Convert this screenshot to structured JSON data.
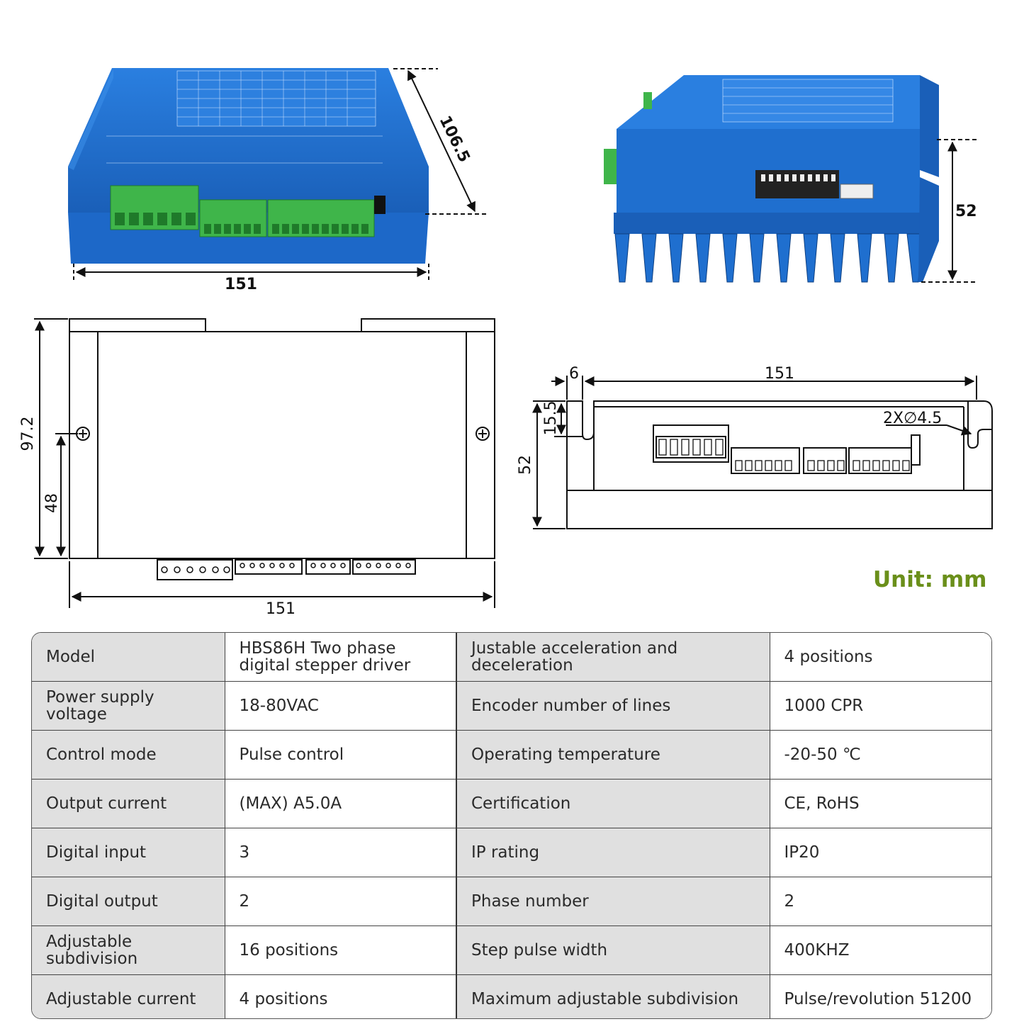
{
  "dimensions": {
    "top_width": "151",
    "top_depth": "106.5",
    "side_height": "52",
    "plan_height": "97.2",
    "plan_hole": "48",
    "plan_width": "151",
    "front_offset": "6",
    "front_width": "151",
    "front_height": "52",
    "front_slot": "15.5",
    "front_holes": "2X∅4.5"
  },
  "unit_label": "Unit: mm",
  "specs": {
    "rows": [
      {
        "label1": "Model",
        "value1": "HBS86H Two phase digital stepper driver",
        "label2": "Justable acceleration and deceleration",
        "value2": "4 positions"
      },
      {
        "label1": "Power supply voltage",
        "value1": "18-80VAC",
        "label2": "Encoder number of lines",
        "value2": "1000 CPR"
      },
      {
        "label1": "Control mode",
        "value1": "Pulse control",
        "label2": "Operating temperature",
        "value2": "-20-50 ℃"
      },
      {
        "label1": "Output current",
        "value1": "(MAX) A5.0A",
        "label2": "Certification",
        "value2": "CE, RoHS"
      },
      {
        "label1": "Digital input",
        "value1": "3",
        "label2": "IP rating",
        "value2": "IP20"
      },
      {
        "label1": "Digital output",
        "value1": "2",
        "label2": "Phase number",
        "value2": "2"
      },
      {
        "label1": "Adjustable subdivision",
        "value1": "16 positions",
        "label2": "Step pulse width",
        "value2": "400KHZ"
      },
      {
        "label1": "Adjustable current",
        "value1": "4 positions",
        "label2": "Maximum adjustable subdivision",
        "value2": "Pulse/revolution 51200"
      }
    ]
  },
  "colors": {
    "housing_blue": "#1f6fcf",
    "terminal_green": "#3fb54a",
    "unit_green": "#6a8f1a",
    "label_gray": "#e0e0e0"
  }
}
